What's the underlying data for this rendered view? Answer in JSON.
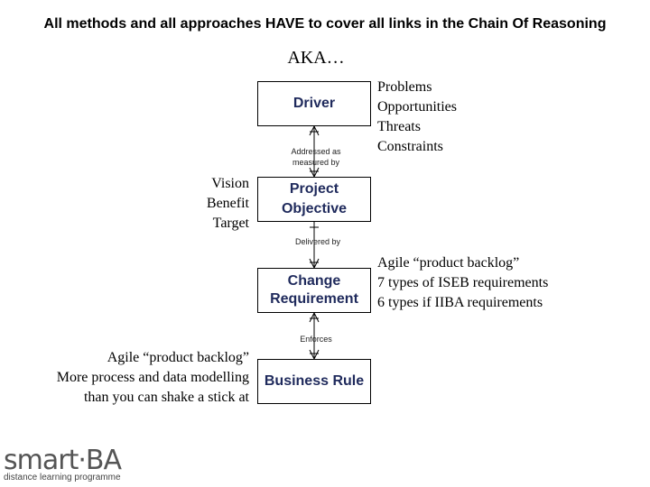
{
  "header": {
    "title": "All methods and all approaches HAVE to cover all links in the Chain Of Reasoning",
    "aka": "AKA…"
  },
  "diagram": {
    "boxes": {
      "driver": "Driver",
      "objective_line1": "Project",
      "objective_line2": "Objective",
      "change_line1": "Change",
      "change_line2": "Requirement",
      "rule": "Business Rule"
    },
    "relations": {
      "addressed_line1": "Addressed as",
      "addressed_line2": "measured by",
      "delivered": "Delivered by",
      "enforces": "Enforces"
    },
    "annotations": {
      "driver_types": [
        "Problems",
        "Opportunities",
        "Threats",
        "Constraints"
      ],
      "objective_types": [
        "Vision",
        "Benefit",
        "Target"
      ],
      "change_notes": [
        "Agile “product backlog”",
        "7 types of ISEB requirements",
        "6 types if IIBA requirements"
      ],
      "rule_notes": [
        "Agile “product backlog”",
        "More process and data modelling",
        "than you can shake a stick at"
      ]
    }
  },
  "logo": {
    "main": "smart",
    "dot": "·",
    "suffix": "BA",
    "tagline": "distance learning programme"
  }
}
